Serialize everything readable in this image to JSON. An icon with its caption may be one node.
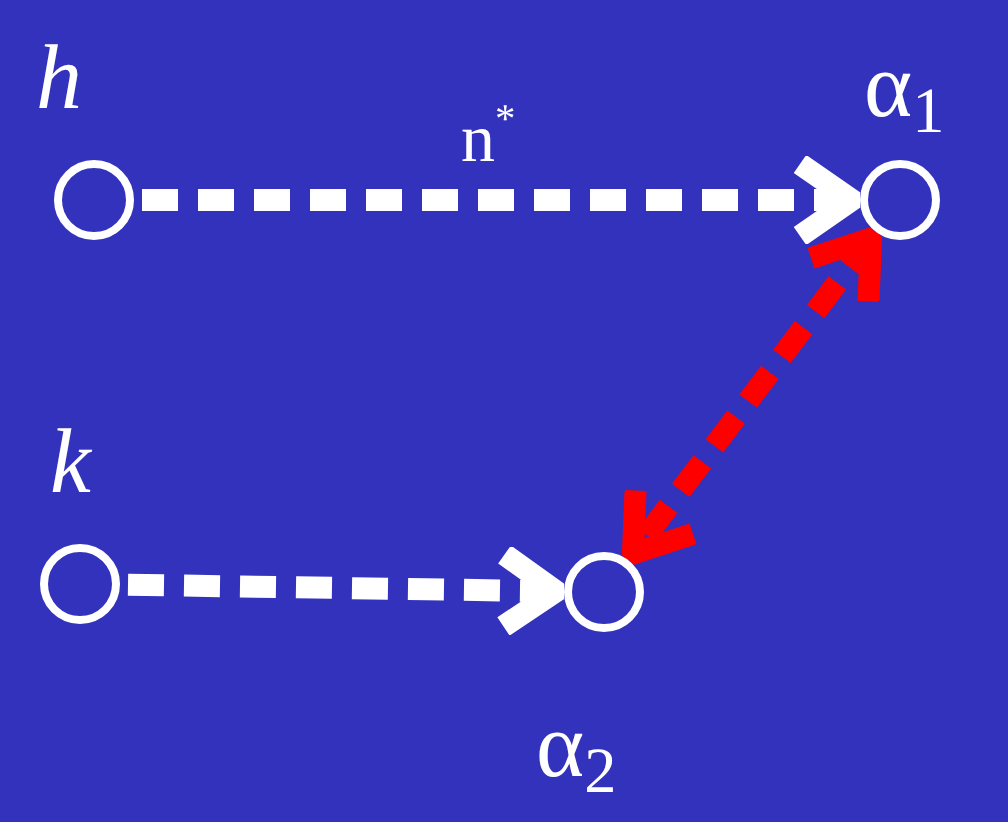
{
  "diagram": {
    "nodes": [
      {
        "text": [],
        "shape": "circle",
        "beside": [
          "h"
        ]
      },
      {
        "text": [],
        "shape": "circle",
        "beside": [
          "α$_{1}$"
        ]
      },
      {
        "text": [],
        "shape": "circle",
        "beside": [
          "k"
        ]
      },
      {
        "text": [],
        "shape": "circle",
        "beside": [
          "α$_{2}$"
        ]
      }
    ],
    "edges": [
      {
        "from": 0,
        "to": 1,
        "arrow": "to",
        "style": "dashed",
        "label": "n$^{*}$"
      },
      {
        "from": 2,
        "to": 3,
        "arrow": "to",
        "style": "dashed"
      },
      {
        "from": 1,
        "to": 3,
        "arrow": "both",
        "style": "dashed",
        "color": "#ff0000"
      }
    ]
  }
}
